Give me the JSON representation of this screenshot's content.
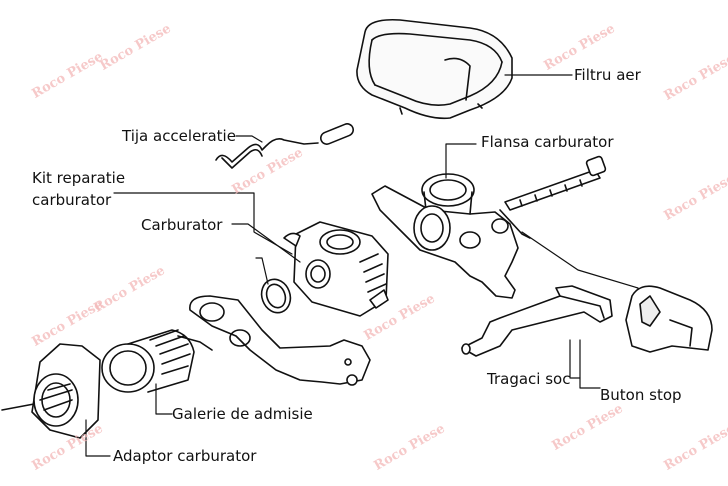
{
  "labels": {
    "filtru_aer": "Filtru aer",
    "tija_acceleratie": "Tija acceleratie",
    "flansa_carburator": "Flansa carburator",
    "kit_reparatie_line1": "Kit reparatie",
    "kit_reparatie_line2": "carburator",
    "carburator": "Carburator",
    "tragaci_soc": "Tragaci soc",
    "buton_stop": "Buton stop",
    "galerie_admisie": "Galerie de admisie",
    "adaptor_carburator": "Adaptor carburator"
  },
  "watermark": "Roco Piese"
}
